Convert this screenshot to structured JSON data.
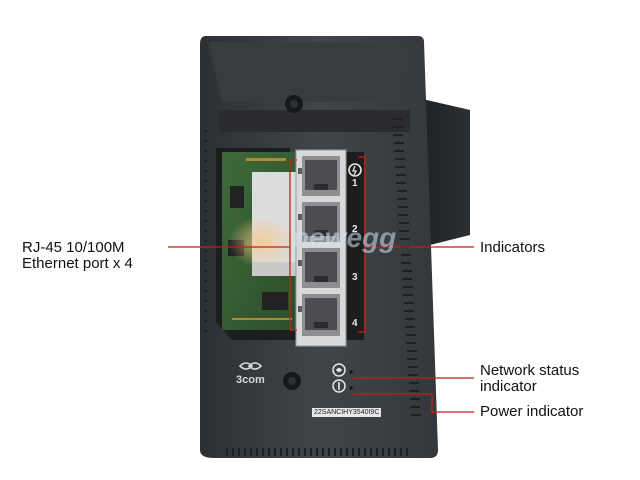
{
  "labels": {
    "ethernet_port_line1": "RJ-45 10/100M",
    "ethernet_port_line2": "Ethernet port x 4",
    "indicators": "Indicators",
    "network_status_line1": "Network status",
    "network_status_line2": "indicator",
    "power_indicator": "Power indicator"
  },
  "device": {
    "brand": "3com",
    "port_numbers": [
      "1",
      "2",
      "3",
      "4"
    ],
    "serial": "22SANCIHY3540I9C",
    "watermark": "newegg"
  },
  "colors": {
    "leader_line": "#cc1a1a",
    "housing": "#3a3d42"
  }
}
